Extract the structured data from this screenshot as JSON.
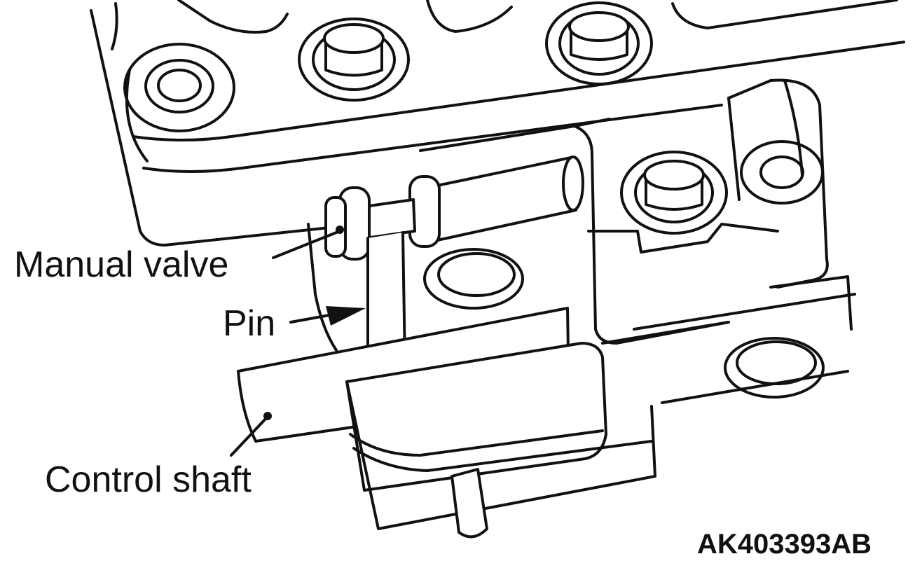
{
  "labels": {
    "manual_valve": "Manual valve",
    "pin": "Pin",
    "control_shaft": "Control shaft"
  },
  "figure_code": "AK403393AB",
  "colors": {
    "line": "#111111",
    "background": "#ffffff"
  }
}
